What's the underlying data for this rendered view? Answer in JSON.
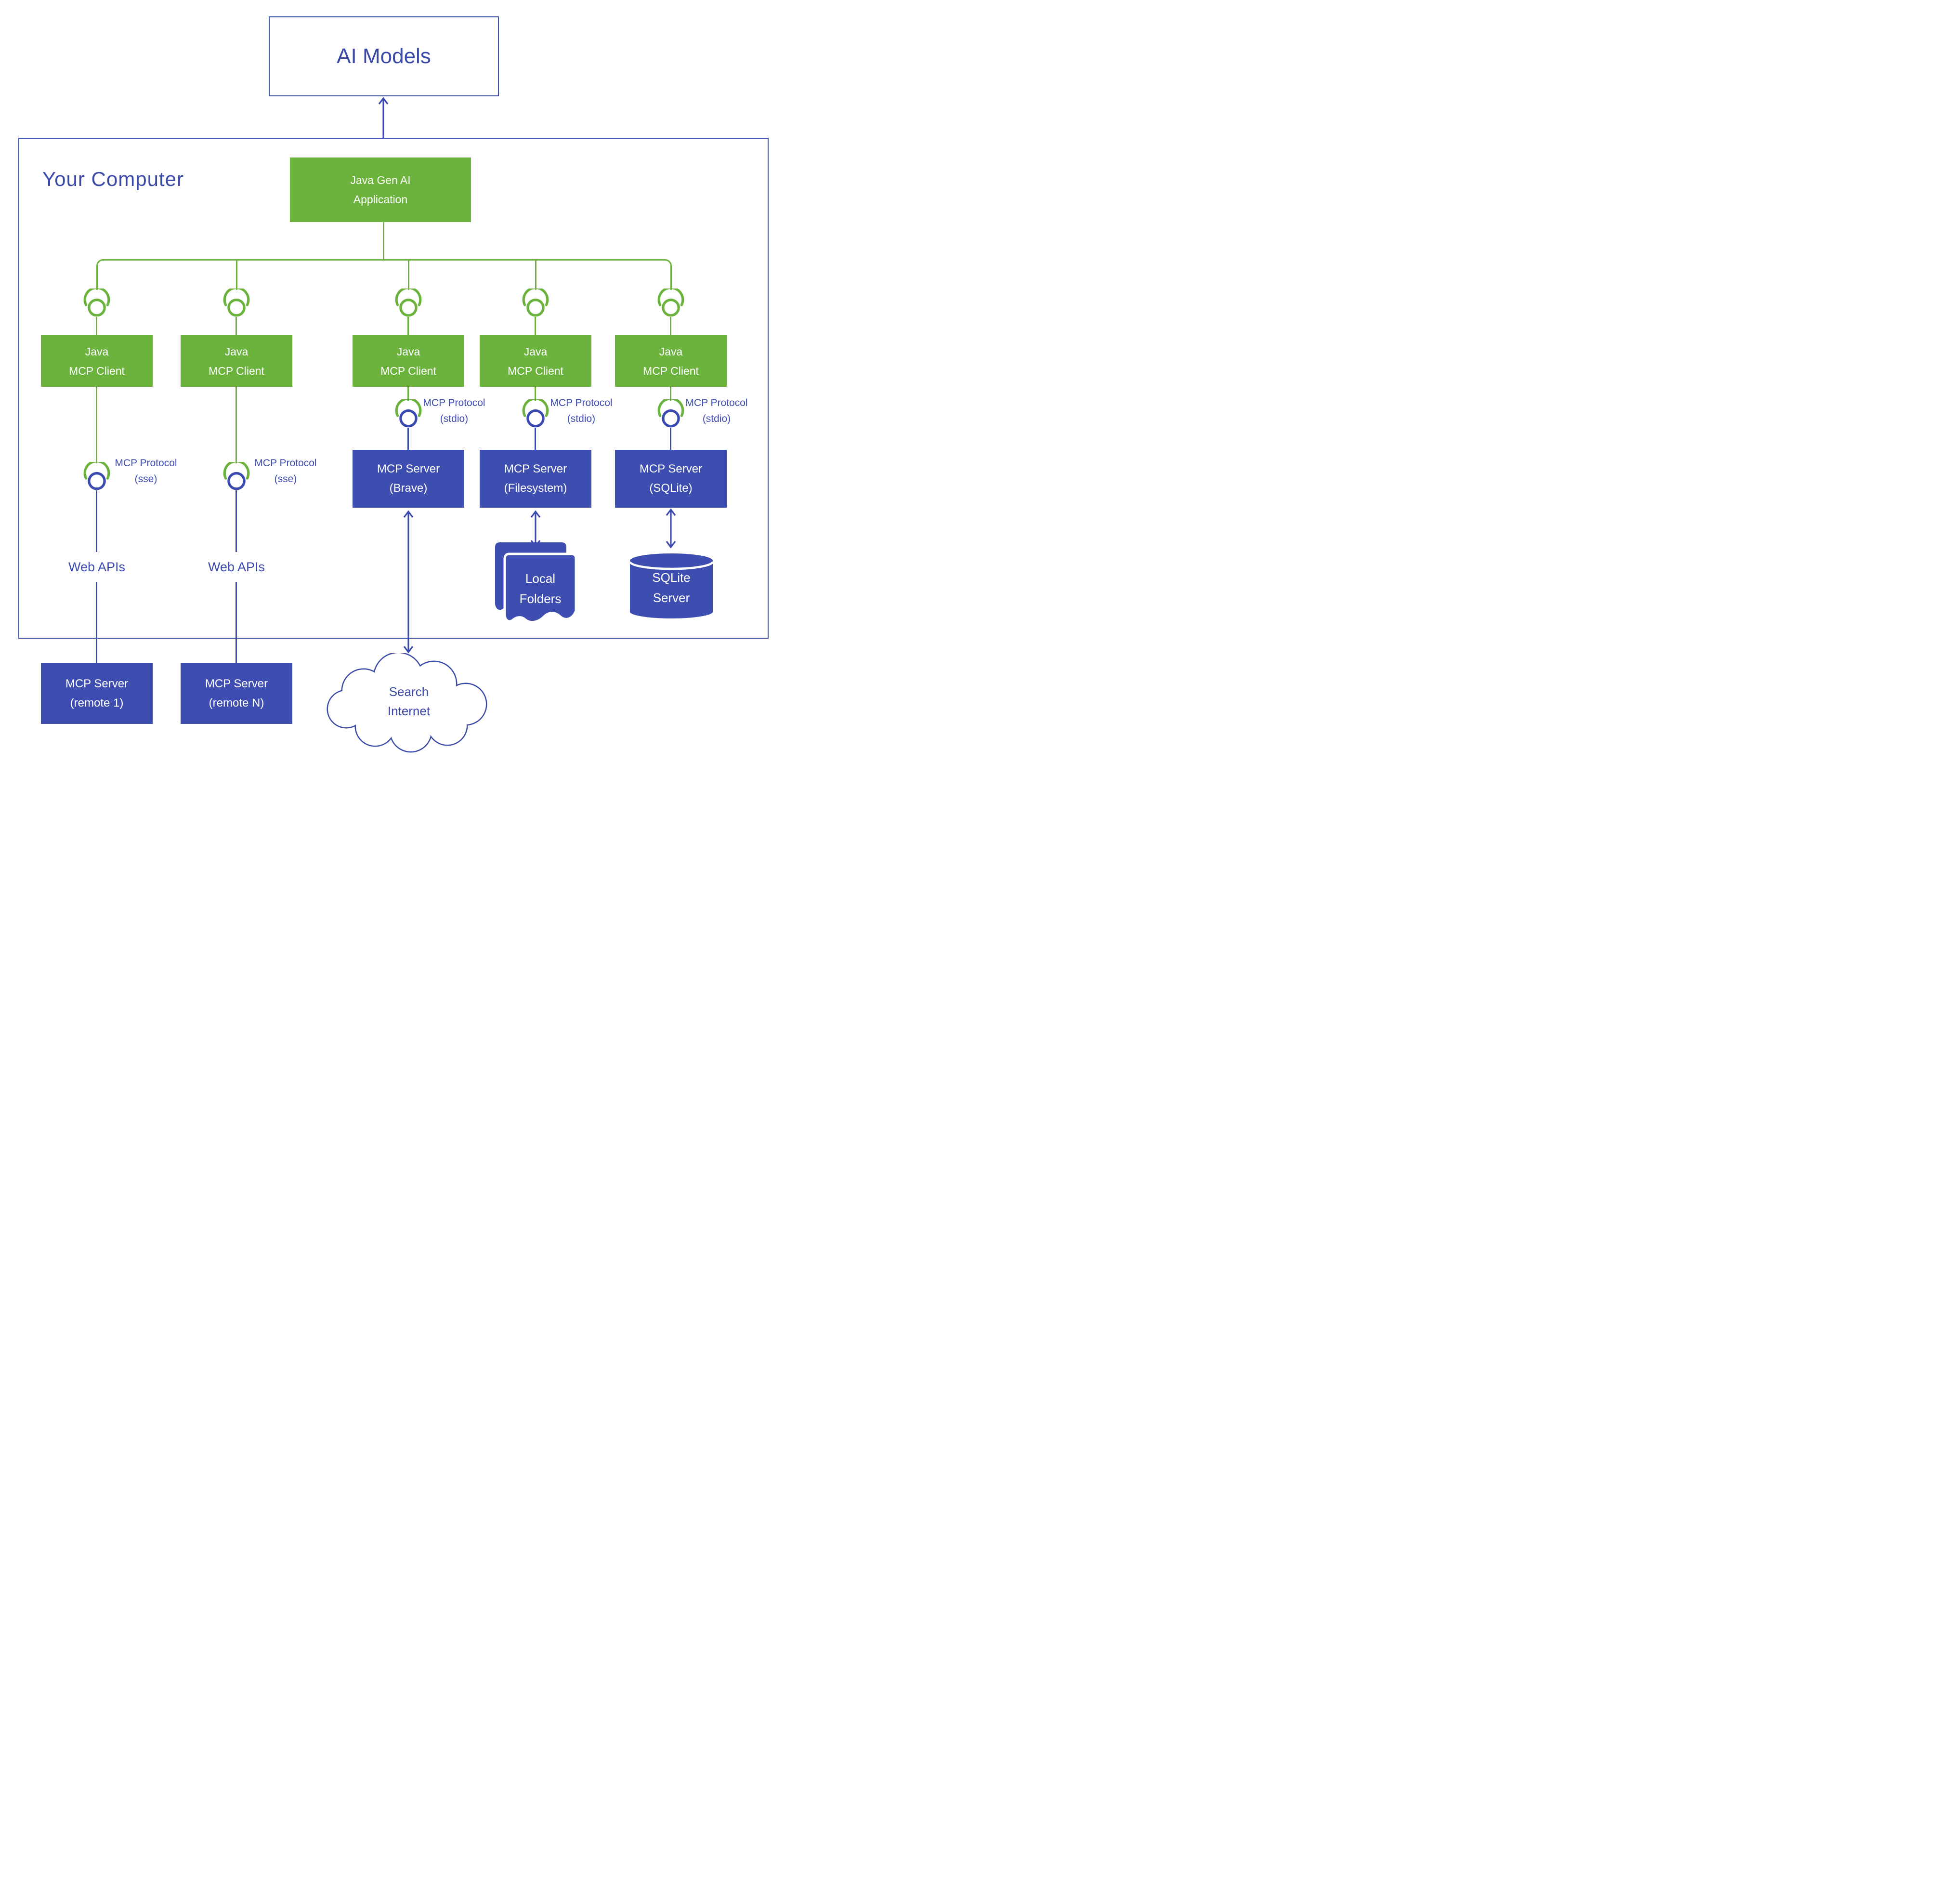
{
  "colors": {
    "green": "#6cb33e",
    "blue_fill": "#3e4db0",
    "blue_line": "#3b4ab0",
    "blue_text": "#3a48a8"
  },
  "ai_models": {
    "label": "AI Models"
  },
  "your_computer": {
    "label": "Your Computer"
  },
  "app": {
    "line1": "Java Gen AI",
    "line2": "Application"
  },
  "clients": [
    {
      "line1": "Java",
      "line2": "MCP Client"
    },
    {
      "line1": "Java",
      "line2": "MCP Client"
    },
    {
      "line1": "Java",
      "line2": "MCP Client"
    },
    {
      "line1": "Java",
      "line2": "MCP Client"
    },
    {
      "line1": "Java",
      "line2": "MCP Client"
    }
  ],
  "protocol_labels": [
    {
      "line1": "MCP Protocol",
      "line2": "(sse)"
    },
    {
      "line1": "MCP Protocol",
      "line2": "(sse)"
    },
    {
      "line1": "MCP Protocol",
      "line2": "(stdio)"
    },
    {
      "line1": "MCP Protocol",
      "line2": "(stdio)"
    },
    {
      "line1": "MCP Protocol",
      "line2": "(stdio)"
    }
  ],
  "web_api_labels": [
    "Web APIs",
    "Web APIs"
  ],
  "servers": {
    "brave": {
      "line1": "MCP Server",
      "line2": "(Brave)"
    },
    "filesystem": {
      "line1": "MCP Server",
      "line2": "(Filesystem)"
    },
    "sqlite": {
      "line1": "MCP Server",
      "line2": "(SQLite)"
    },
    "remote1": {
      "line1": "MCP Server",
      "line2": "(remote 1)"
    },
    "remoteN": {
      "line1": "MCP Server",
      "line2": "(remote N)"
    }
  },
  "resources": {
    "local_folders": {
      "line1": "Local",
      "line2": "Folders"
    },
    "sqlite_server": {
      "line1": "SQLite",
      "line2": "Server"
    },
    "search_internet": {
      "line1": "Search",
      "line2": "Internet"
    }
  }
}
